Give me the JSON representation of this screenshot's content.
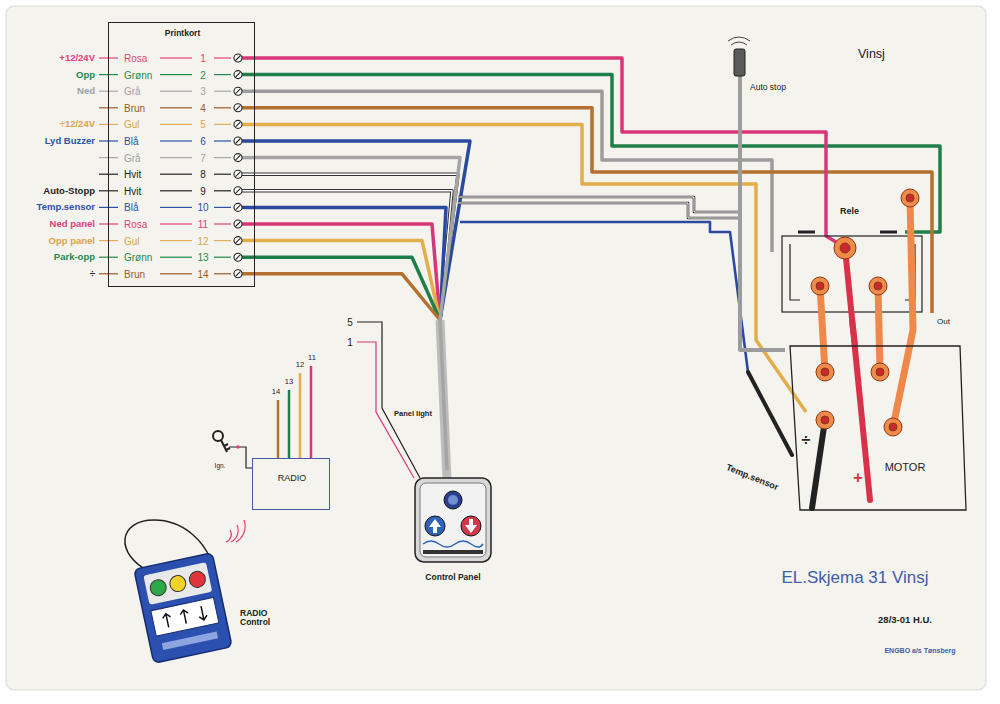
{
  "diagram": {
    "title": "Vinsj",
    "caption": "EL.Skjema 31 Vinsj",
    "nodes": [
      {
        "text": [
          "Printkort"
        ]
      },
      {
        "text": [
          "Auto stop"
        ]
      },
      {
        "text": [
          "Rele"
        ]
      },
      {
        "text": [
          "÷",
          "+",
          "MOTOR"
        ]
      },
      {
        "text": [
          "RADIO"
        ]
      },
      {
        "text": [
          "Control Panel"
        ]
      },
      {
        "text": [
          "RADIO Control"
        ]
      }
    ],
    "edges": [
      {
        "from": 0,
        "to": 5,
        "arrow": "none"
      },
      {
        "from": 0,
        "to": 2,
        "arrow": "none"
      },
      {
        "from": 2,
        "to": 3,
        "arrow": "none"
      },
      {
        "from": 1,
        "to": 3,
        "arrow": "none"
      }
    ],
    "labels": [
      "+12/24V",
      "Rosa",
      "1",
      "Opp",
      "Grønn",
      "2",
      "Ned",
      "Grå",
      "3",
      "Brun",
      "4",
      "÷12/24V",
      "Gul",
      "5",
      "Lyd Buzzer",
      "Blå",
      "6",
      "Grå",
      "7",
      "Hvit",
      "8",
      "Auto-Stopp",
      "Hvit",
      "9",
      "Temp.sensor",
      "Blå",
      "10",
      "Ned panel",
      "Rosa",
      "11",
      "Opp panel",
      "Gul",
      "12",
      "Park-opp",
      "Grønn",
      "13",
      "÷",
      "Brun",
      "14",
      "Out",
      "Temp.sensor",
      "5",
      "1",
      "Panel light",
      "14",
      "13",
      "12",
      "11",
      "Ign.",
      "28/3-01 H.U.",
      "ENGBO a/s Tønsberg"
    ]
  }
}
